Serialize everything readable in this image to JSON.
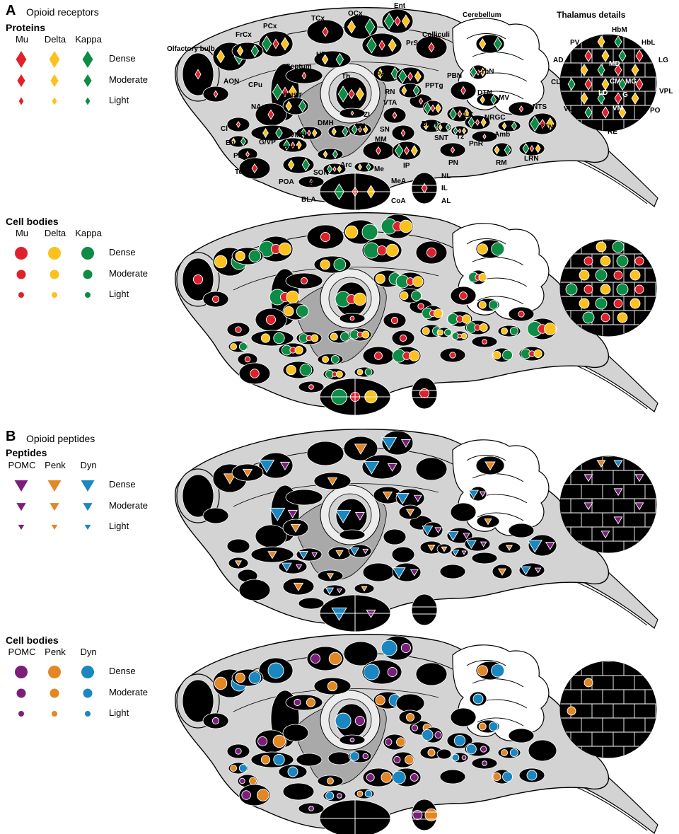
{
  "colors": {
    "mu": "#e0212c",
    "delta": "#fcc11d",
    "kappa": "#0d8c45",
    "pomc": "#7b1f7a",
    "penk": "#e38724",
    "dyn": "#1b87c1",
    "brain_fill": "#d3d3d3",
    "region_fill": "#000000"
  },
  "panel_a": {
    "letter": "A",
    "title": "Opioid receptors",
    "proteins": {
      "heading": "Proteins",
      "columns": [
        "Mu",
        "Delta",
        "Kappa"
      ],
      "levels": [
        "Dense",
        "Moderate",
        "Light"
      ],
      "marker": "diamond"
    },
    "cell_bodies": {
      "heading": "Cell bodies",
      "columns": [
        "Mu",
        "Delta",
        "Kappa"
      ],
      "levels": [
        "Dense",
        "Moderate",
        "Light"
      ],
      "marker": "circle"
    }
  },
  "panel_b": {
    "letter": "B",
    "title": "Opioid peptides",
    "peptides": {
      "heading": "Peptides",
      "columns": [
        "POMC",
        "Penk",
        "Dyn"
      ],
      "levels": [
        "Dense",
        "Moderate",
        "Light"
      ],
      "marker": "triangle"
    },
    "cell_bodies": {
      "heading": "Cell bodies",
      "columns": [
        "POMC",
        "Penk",
        "Dyn"
      ],
      "levels": [
        "Dense",
        "Moderate",
        "Light"
      ],
      "marker": "circle"
    }
  },
  "region_labels": {
    "olfactory_bulb": "Olfactory bulb",
    "frcx": "FrCx",
    "pcx": "PCx",
    "tcx": "TCx",
    "ocx": "OCx",
    "ent": "Ent",
    "cerebellum": "Cerebellum",
    "aon": "AON",
    "cpu": "CPu",
    "septum": "Septum",
    "hpc": "HPC",
    "prs": "PrS",
    "colliculi": "Colliculi",
    "crbn": "CrbN",
    "nac": "NAc",
    "bnst": "BNST",
    "th": "Th",
    "pag": "PAG",
    "pbn": "PBN",
    "pptg": "PPTg",
    "rn": "RN",
    "dtn": "DTN",
    "mv": "MV",
    "vta": "VTA",
    "zi": "ZI",
    "dmh": "DMH",
    "lh": "LH",
    "cl": "Cl",
    "gvp": "G/VP",
    "vmh": "VMH",
    "sn": "SN",
    "dmr": "DMR",
    "lc": "LC",
    "nrgc": "NRGC",
    "nts": "NTS",
    "en": "En",
    "pvn": "PVN",
    "mm": "MM",
    "snt": "SNT",
    "tz": "Tz",
    "pnr": "PnR",
    "amb": "Amb",
    "stn": "STN",
    "pir": "Pir",
    "arc": "Arc",
    "ip": "IP",
    "pn": "PN",
    "rm": "RM",
    "lrn": "LRN",
    "tu": "Tu",
    "poa": "POA",
    "son": "SON",
    "cea": "CeA",
    "me": "Me",
    "mea": "MeA",
    "bla": "BLA",
    "coa": "CoA",
    "nl": "NL",
    "il": "IL",
    "al": "AL"
  },
  "thalamus": {
    "title": "Thalamus details",
    "labels": {
      "hbm": "HbM",
      "hbl": "HbL",
      "pv": "PV",
      "ad": "AD",
      "lg": "LG",
      "md": "MD",
      "cl": "CL",
      "cm": "CM",
      "mg": "MG",
      "ld": "LD",
      "g": "G",
      "vpl": "VPL",
      "vl": "VL",
      "vm": "VM",
      "po": "PO",
      "re": "RE"
    }
  }
}
